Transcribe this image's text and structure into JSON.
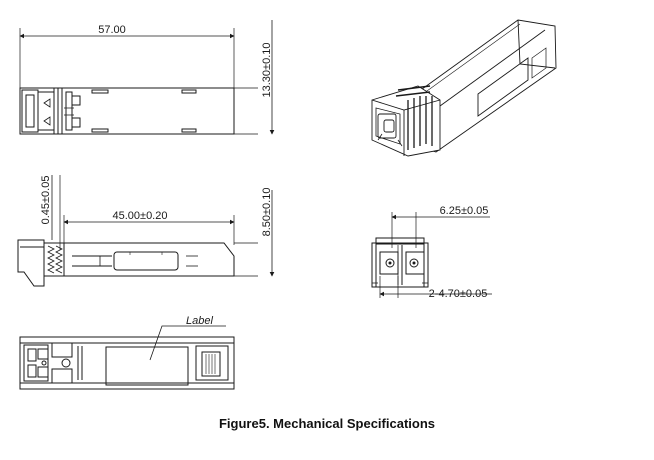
{
  "dimensions": {
    "length": "57.00",
    "width": "13.30±0.10",
    "tab_height": "0.45±0.05",
    "body_length": "45.00±0.20",
    "height": "8.50±0.10",
    "port_pitch": "6.25±0.05",
    "port_size": "2-4.70±0.05"
  },
  "label_callout": "Label",
  "caption": "Figure5. Mechanical Specifications",
  "colors": {
    "line": "#1a1a1a",
    "background": "#ffffff"
  }
}
